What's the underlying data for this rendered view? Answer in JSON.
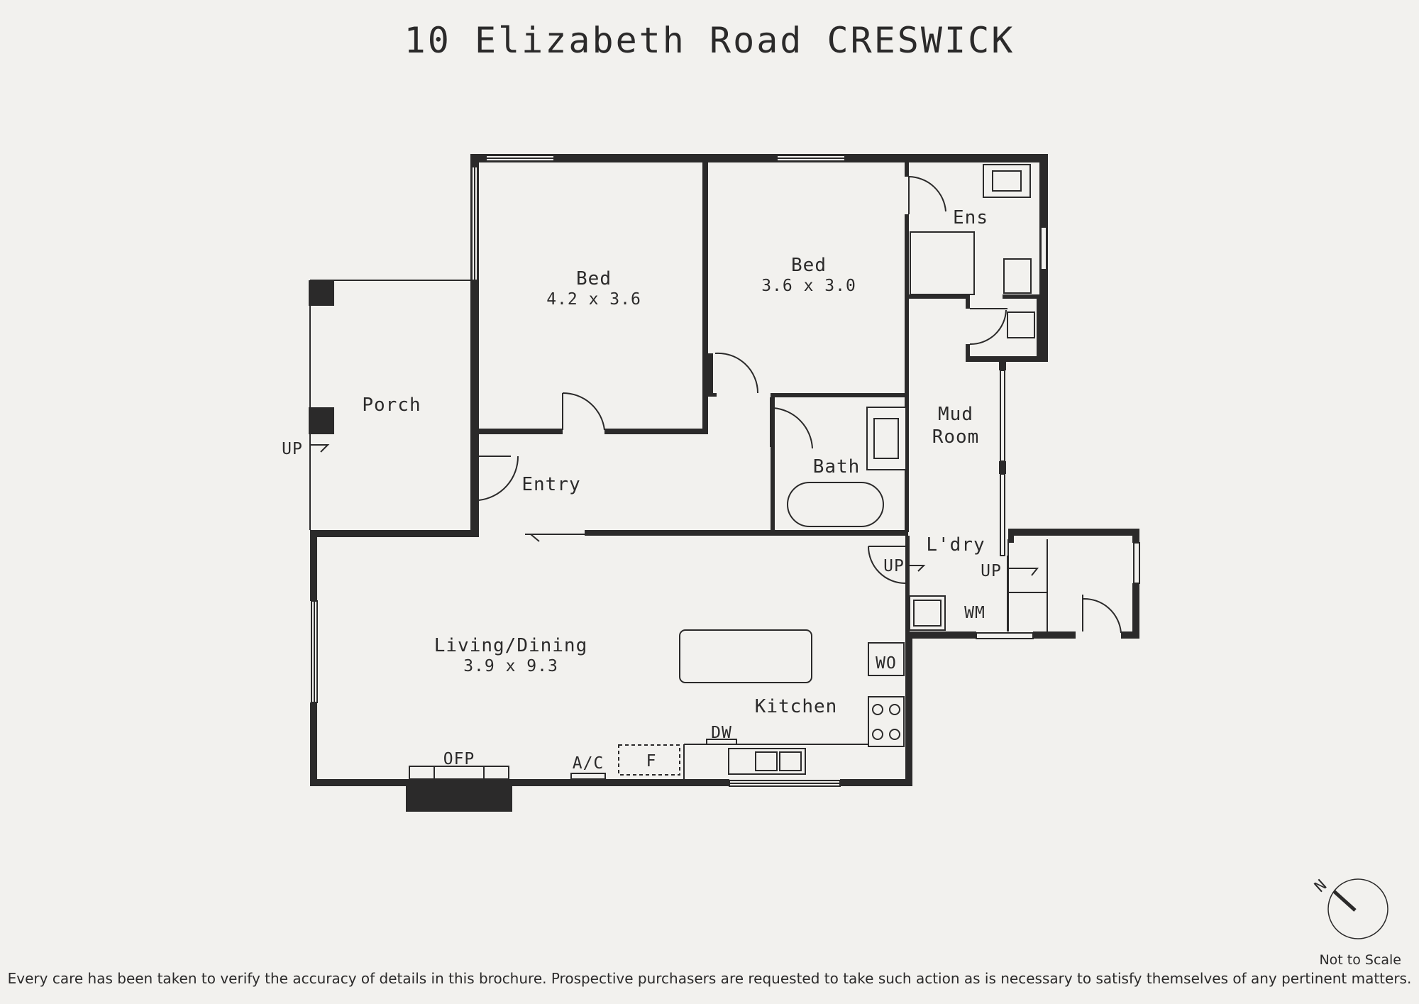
{
  "title": "10 Elizabeth Road CRESWICK",
  "rooms": {
    "bed1": {
      "name": "Bed",
      "size": "4.2 x 3.6"
    },
    "bed2": {
      "name": "Bed",
      "size": "3.6 x 3.0"
    },
    "ens": {
      "name": "Ens"
    },
    "porch": {
      "name": "Porch"
    },
    "entry": {
      "name": "Entry"
    },
    "bath": {
      "name": "Bath"
    },
    "mud_room": {
      "line1": "Mud",
      "line2": "Room"
    },
    "laundry": {
      "name": "L'dry"
    },
    "living": {
      "name": "Living/Dining",
      "size": "3.9 x 9.3"
    },
    "kitchen": {
      "name": "Kitchen"
    }
  },
  "fixtures": {
    "up_porch": "UP",
    "up_laundry": "UP",
    "up_back": "UP",
    "wm": "WM",
    "wo": "WO",
    "dw": "DW",
    "ofp": "OFP",
    "ac": "A/C",
    "fridge": "F"
  },
  "compass": {
    "north_label": "N",
    "icon": "compass-north-arrow-icon"
  },
  "not_to_scale": "Not to Scale",
  "disclaimer": "Every care has been taken to verify the accuracy of details in this brochure. Prospective purchasers are requested to take such action as is necessary to satisfy themselves of any pertinent matters.",
  "colors": {
    "background": "#f2f1ee",
    "wall": "#2b2a2a"
  }
}
